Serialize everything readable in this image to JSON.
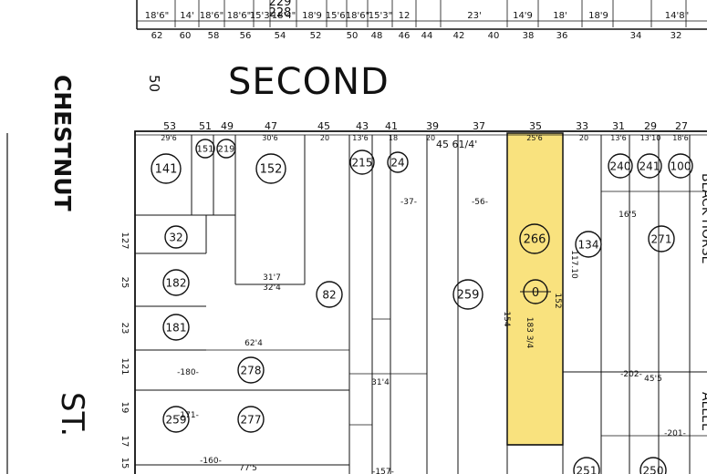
{
  "colors": {
    "highlight": "#F9E27E",
    "ink": "#111111",
    "paper": "#FFFFFF"
  },
  "streets": {
    "second": "SECOND",
    "second_number": "50",
    "chestnut": "CHESTNUT",
    "chestnut_suffix": "ST.",
    "black_horse": "BLACK HORSE",
    "allee": "ALLEE"
  },
  "top_strip": {
    "dims": [
      "18'6\"",
      "14'",
      "18'6\"",
      "18'6\"",
      "15'3\"",
      "18'4\"",
      "18'9",
      "15'6\"",
      "18'6\"",
      "15'3\"",
      "12",
      "23'",
      "14'9",
      "18'",
      "18'9",
      "14'8\""
    ],
    "lot_numbers": [
      "62",
      "60",
      "58",
      "56",
      "54",
      "52",
      "50",
      "48",
      "46",
      "44",
      "42",
      "40",
      "38",
      "36",
      "34",
      "32"
    ],
    "parcels": [
      "229",
      "228"
    ]
  },
  "block": {
    "lot_numbers": [
      "53",
      "51",
      "49",
      "47",
      "45",
      "43",
      "41",
      "39",
      "37",
      "35",
      "33",
      "31",
      "29",
      "27"
    ],
    "frontage_dims": [
      "29'6",
      "30'6",
      "20",
      "13'6",
      "18",
      "20",
      "25'6",
      "20",
      "13'6",
      "13'10",
      "18'6"
    ],
    "frontage_total": "45 61/4'",
    "parcels": [
      "141",
      "151",
      "219",
      "152",
      "215",
      "24",
      "240",
      "241",
      "100",
      "32",
      "182",
      "181",
      "278",
      "259",
      "277",
      "82",
      "259",
      "266",
      "134",
      "271",
      "251",
      "250"
    ],
    "marked_parcel": "0",
    "side_lot_numbers": [
      "127",
      "25",
      "23",
      "121",
      "19",
      "17",
      "15"
    ],
    "depth_dims": [
      "183 3/4",
      "154",
      "152",
      "117.10",
      "-37-",
      "-56-",
      "31'7",
      "32'4",
      "62'4",
      "31'4",
      "77'5",
      "16'5",
      "45'5",
      "-202-",
      "-201-",
      "-180-",
      "-171-",
      "-160-",
      "-157-"
    ]
  }
}
